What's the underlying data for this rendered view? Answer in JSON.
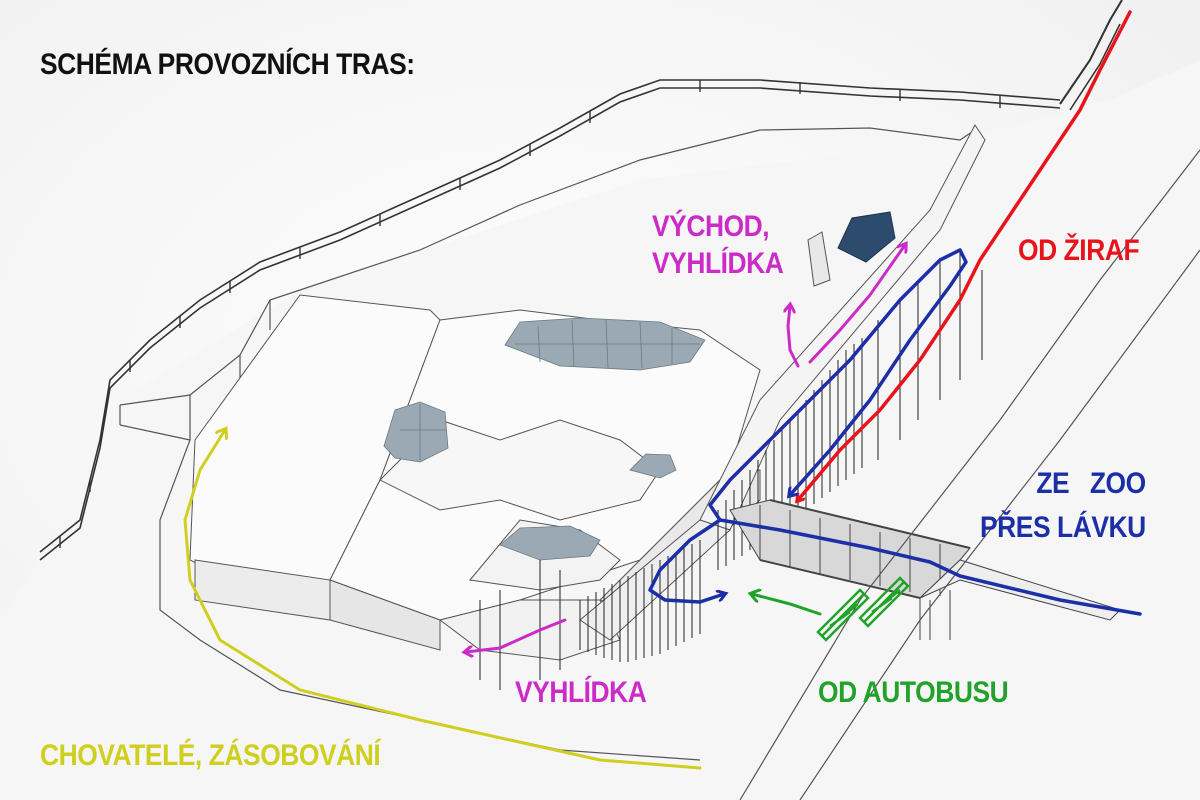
{
  "title": "SCHÉMA PROVOZNÍCH TRAS:",
  "routes": {
    "exit": {
      "line1": "VÝCHOD,",
      "line2": "VYHLÍDKA",
      "color": "#cc2bc8"
    },
    "giraffes": {
      "label": "OD ŽIRAF",
      "color": "#e8131b"
    },
    "zoo_footbridge": {
      "line1": "ZE   ZOO",
      "line2": "PŘES LÁVKU",
      "color": "#1c2fa6"
    },
    "lookout": {
      "label": "VYHLÍDKA",
      "color": "#cc2bc8"
    },
    "bus": {
      "label": "OD AUTOBUSU",
      "color": "#21a32b"
    },
    "keepers": {
      "label": "CHOVATELÉ, ZÁSOBOVÁNÍ",
      "color": "#cfcf1f"
    }
  },
  "colors": {
    "title": "#111111",
    "roof_glass": "#9aa9b3",
    "building_dark": "#2d4b6c",
    "line": "#444444"
  }
}
